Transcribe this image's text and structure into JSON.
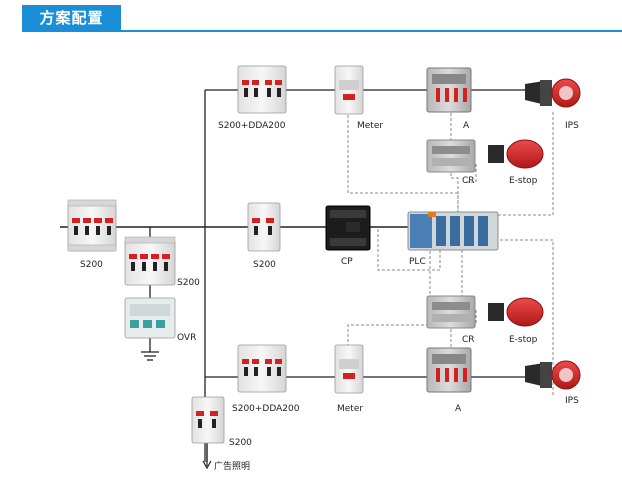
{
  "header": {
    "title": "方案配置"
  },
  "labels": {
    "s200_main": "S200",
    "s200_spd": "S200",
    "ovr": "OVR",
    "s200_mid": "S200",
    "s200_dda_top": "S200+DDA200",
    "s200_dda_bottom": "S200+DDA200",
    "meter_top": "Meter",
    "meter_bottom": "Meter",
    "contactor_top": "A",
    "contactor_bottom": "A",
    "ips_top": "IPS",
    "ips_bottom": "IPS",
    "cr_top": "CR",
    "cr_bottom": "CR",
    "estop_top": "E-stop",
    "estop_bottom": "E-stop",
    "cp": "CP",
    "plc": "PLC",
    "s200_lighting": "S200",
    "lighting": "广告照明"
  },
  "colors": {
    "accent": "#1b8ed8",
    "breaker_handle": "#d42020",
    "plug_red": "#d8262b",
    "estop_red": "#cc1b1b",
    "plc_blue": "#4a7fb5",
    "contactor_grey": "#9a9a9a"
  }
}
